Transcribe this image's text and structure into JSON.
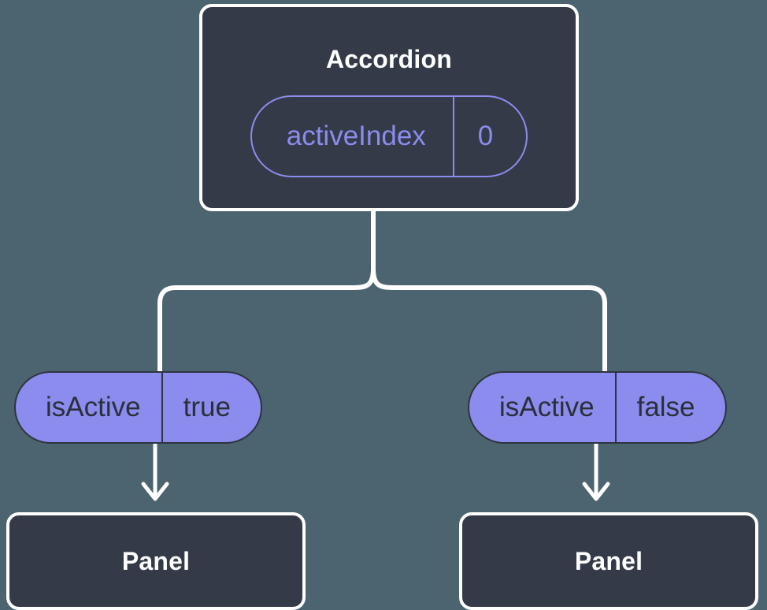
{
  "diagram": {
    "type": "component-state-tree",
    "background_color": "#4c6470",
    "root": {
      "name": "accordion-component",
      "title": "Accordion",
      "box_color": "#343a48",
      "border_color": "#ffffff",
      "state": {
        "key": "activeIndex",
        "value": "0",
        "style": "outline",
        "accent_color": "#8b8ced"
      }
    },
    "branches": [
      {
        "name": "panel-branch-left",
        "prop": {
          "key": "isActive",
          "value": "true",
          "style": "filled",
          "fill_color": "#8b8ced",
          "text_color": "#2b2f3a"
        },
        "child": {
          "name": "panel-component-left",
          "title": "Panel",
          "box_color": "#343a48",
          "border_color": "#ffffff"
        }
      },
      {
        "name": "panel-branch-right",
        "prop": {
          "key": "isActive",
          "value": "false",
          "style": "filled",
          "fill_color": "#8b8ced",
          "text_color": "#2b2f3a"
        },
        "child": {
          "name": "panel-component-right",
          "title": "Panel",
          "box_color": "#343a48",
          "border_color": "#ffffff"
        }
      }
    ],
    "connector_color": "#ffffff"
  }
}
